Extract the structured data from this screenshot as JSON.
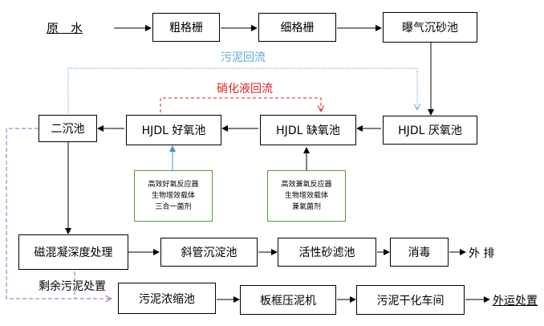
{
  "source": "原　水",
  "nodes": {
    "coarse_screen": "粗格栅",
    "fine_screen": "细格栅",
    "aerated_grit": "曝气沉砂池",
    "anaerobic": "HJDL 厌氧池",
    "anoxic": "HJDL 缺氧池",
    "aerobic": "HJDL 好氧池",
    "secondary_clarifier": "二沉池",
    "magnetic_treatment": "磁混凝深度处理",
    "inclined_tube": "斜管沉淀池",
    "sand_filter": "活性砂滤池",
    "disinfection": "消毒",
    "thickener": "污泥浓缩池",
    "filter_press": "板框压泥机",
    "sludge_dry": "污泥干化车间"
  },
  "carriers": {
    "aerobic_lines": [
      "高效好氧反应器",
      "生物增效载体",
      "三合一菌剂"
    ],
    "anoxic_lines": [
      "高效兼氧反应器",
      "生物增效载体",
      "兼氧菌剂"
    ]
  },
  "labels": {
    "sludge_return": "污泥回流",
    "nitrate_return": "硝化液回流",
    "discharge": "外 排",
    "excess_sludge": "剩余污泥处置",
    "outward": "外运处置"
  },
  "colors": {
    "sludge_return": "#5fa8d8",
    "nitrate_return": "#e02020",
    "excess_sludge": "#9b5fc0",
    "carrier_border": "#5a9a3a",
    "carrier_arrow": "#4a90c8"
  }
}
